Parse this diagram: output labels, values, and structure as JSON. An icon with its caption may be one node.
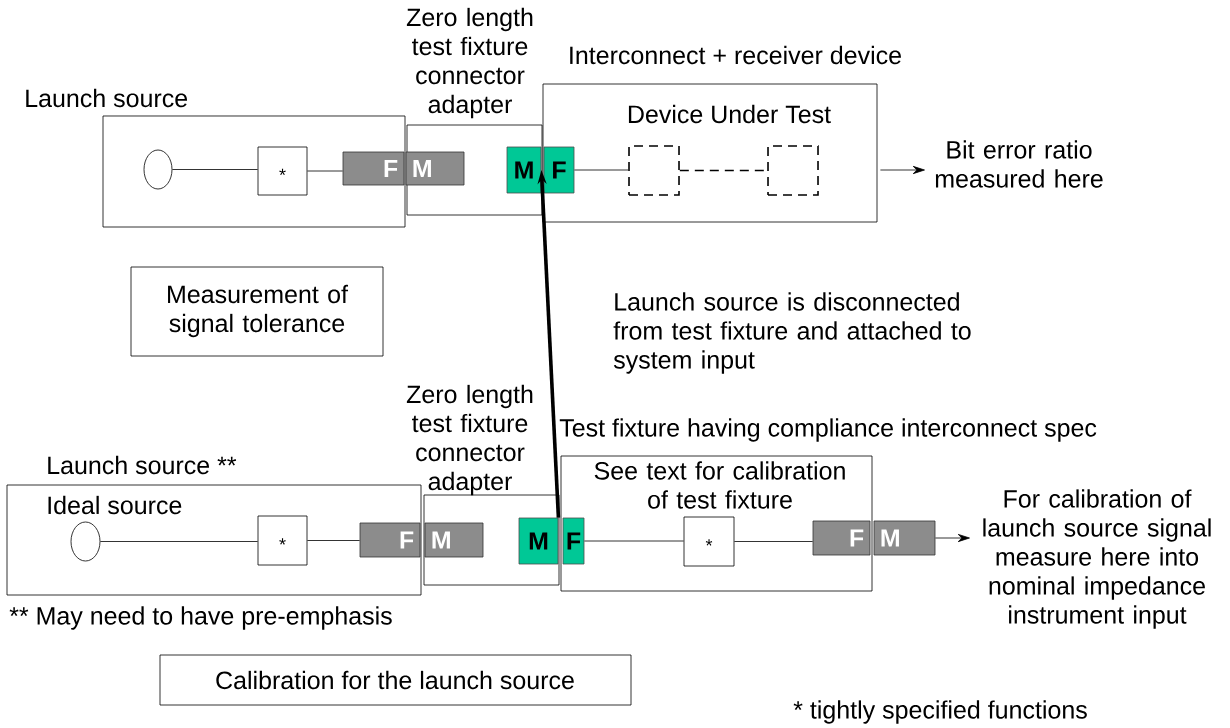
{
  "diagram": {
    "nodes": [
      {
        "text": [
          "Launch source"
        ]
      },
      {
        "text": [
          "Zero length test fixture connector adapter"
        ]
      },
      {
        "text": [
          "Interconnect + receiver device",
          "Device Under Test"
        ]
      },
      {
        "text": [],
        "shape": "circle",
        "in": 0
      },
      {
        "text": [
          "*"
        ],
        "in": 0
      },
      {
        "text": [
          "F"
        ],
        "in": 0
      },
      {
        "text": [
          "M"
        ],
        "in": 1
      },
      {
        "text": [
          "M"
        ],
        "in": 1
      },
      {
        "text": [
          "F"
        ],
        "in": 2
      },
      {
        "text": [],
        "shape": "box",
        "in": 2
      },
      {
        "text": [],
        "shape": "box",
        "in": 2
      },
      {
        "text": [
          "Bit error ratio measured here"
        ]
      },
      {
        "text": [
          "Measurement of signal tolerance"
        ]
      },
      {
        "text": [
          "Launch source **",
          "Ideal source"
        ]
      },
      {
        "text": [
          "Zero length test fixture connector adapter"
        ]
      },
      {
        "text": [
          "Test fixture having compliance interconnect spec",
          "See text for calibration of test fixture"
        ]
      },
      {
        "text": [],
        "shape": "circle",
        "in": 13
      },
      {
        "text": [
          "*"
        ],
        "in": 13
      },
      {
        "text": [
          "F"
        ],
        "in": 13
      },
      {
        "text": [
          "M"
        ],
        "in": 14
      },
      {
        "text": [
          "M"
        ],
        "in": 14
      },
      {
        "text": [
          "F"
        ],
        "in": 15
      },
      {
        "text": [
          "*"
        ],
        "in": 15
      },
      {
        "text": [
          "F"
        ],
        "in": 15
      },
      {
        "text": [
          "M"
        ]
      },
      {
        "text": [
          "For calibration of launch source signal measure here into nominal impedance instrument input"
        ]
      },
      {
        "text": [
          "Calibration for the launch source"
        ]
      }
    ],
    "edges": [
      {
        "from": 3,
        "to": 4,
        "arrow": "none"
      },
      {
        "from": 4,
        "to": 5,
        "arrow": "none"
      },
      {
        "from": 8,
        "to": 9,
        "arrow": "none"
      },
      {
        "from": 9,
        "to": 10,
        "arrow": "none",
        "style": "dashed"
      },
      {
        "from": 2,
        "to": 11,
        "arrow": "to"
      },
      {
        "from": 20,
        "to": 7,
        "arrow": "to",
        "style": "thick"
      },
      {
        "from": 16,
        "to": 17,
        "arrow": "none"
      },
      {
        "from": 17,
        "to": 18,
        "arrow": "none"
      },
      {
        "from": 21,
        "to": 22,
        "arrow": "none"
      },
      {
        "from": 22,
        "to": 23,
        "arrow": "none"
      },
      {
        "from": 24,
        "to": 25,
        "arrow": "to"
      }
    ],
    "labels": [
      "Launch source is disconnected from test fixture and attached to system input",
      "** May need to have pre-emphasis",
      "* tightly specified functions"
    ]
  }
}
